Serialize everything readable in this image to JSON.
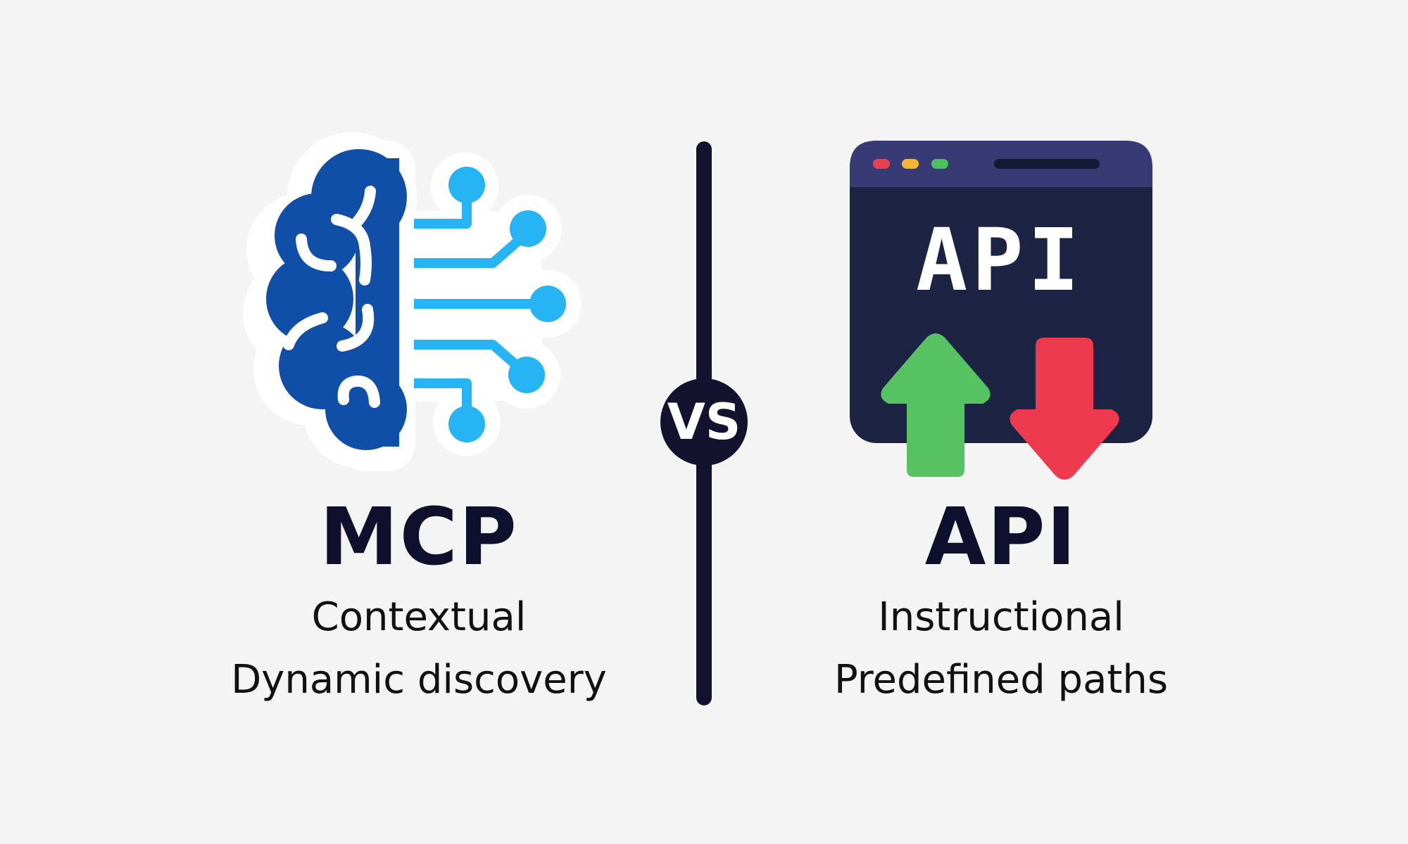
{
  "colors": {
    "background": "#f4f4f4",
    "divider": "#131330",
    "brain_dark": "#0f4fa8",
    "circuit_light": "#27b4f5",
    "window_body": "#1c2343",
    "window_bar": "#383a76",
    "dot_red": "#e84152",
    "dot_yellow": "#f2b632",
    "dot_green": "#4cc060",
    "arrow_up": "#56c262",
    "arrow_down": "#ee3a4e",
    "text_dark": "#0f0f2e"
  },
  "left": {
    "icon": "brain-circuit-icon",
    "title": "MCP",
    "lines": [
      "Contextual",
      "Dynamic discovery"
    ]
  },
  "center": {
    "badge": "VS"
  },
  "right": {
    "icon": "api-window-icon",
    "window_label": "API",
    "title": "API",
    "lines": [
      "Instructional",
      "Predefined paths"
    ]
  }
}
